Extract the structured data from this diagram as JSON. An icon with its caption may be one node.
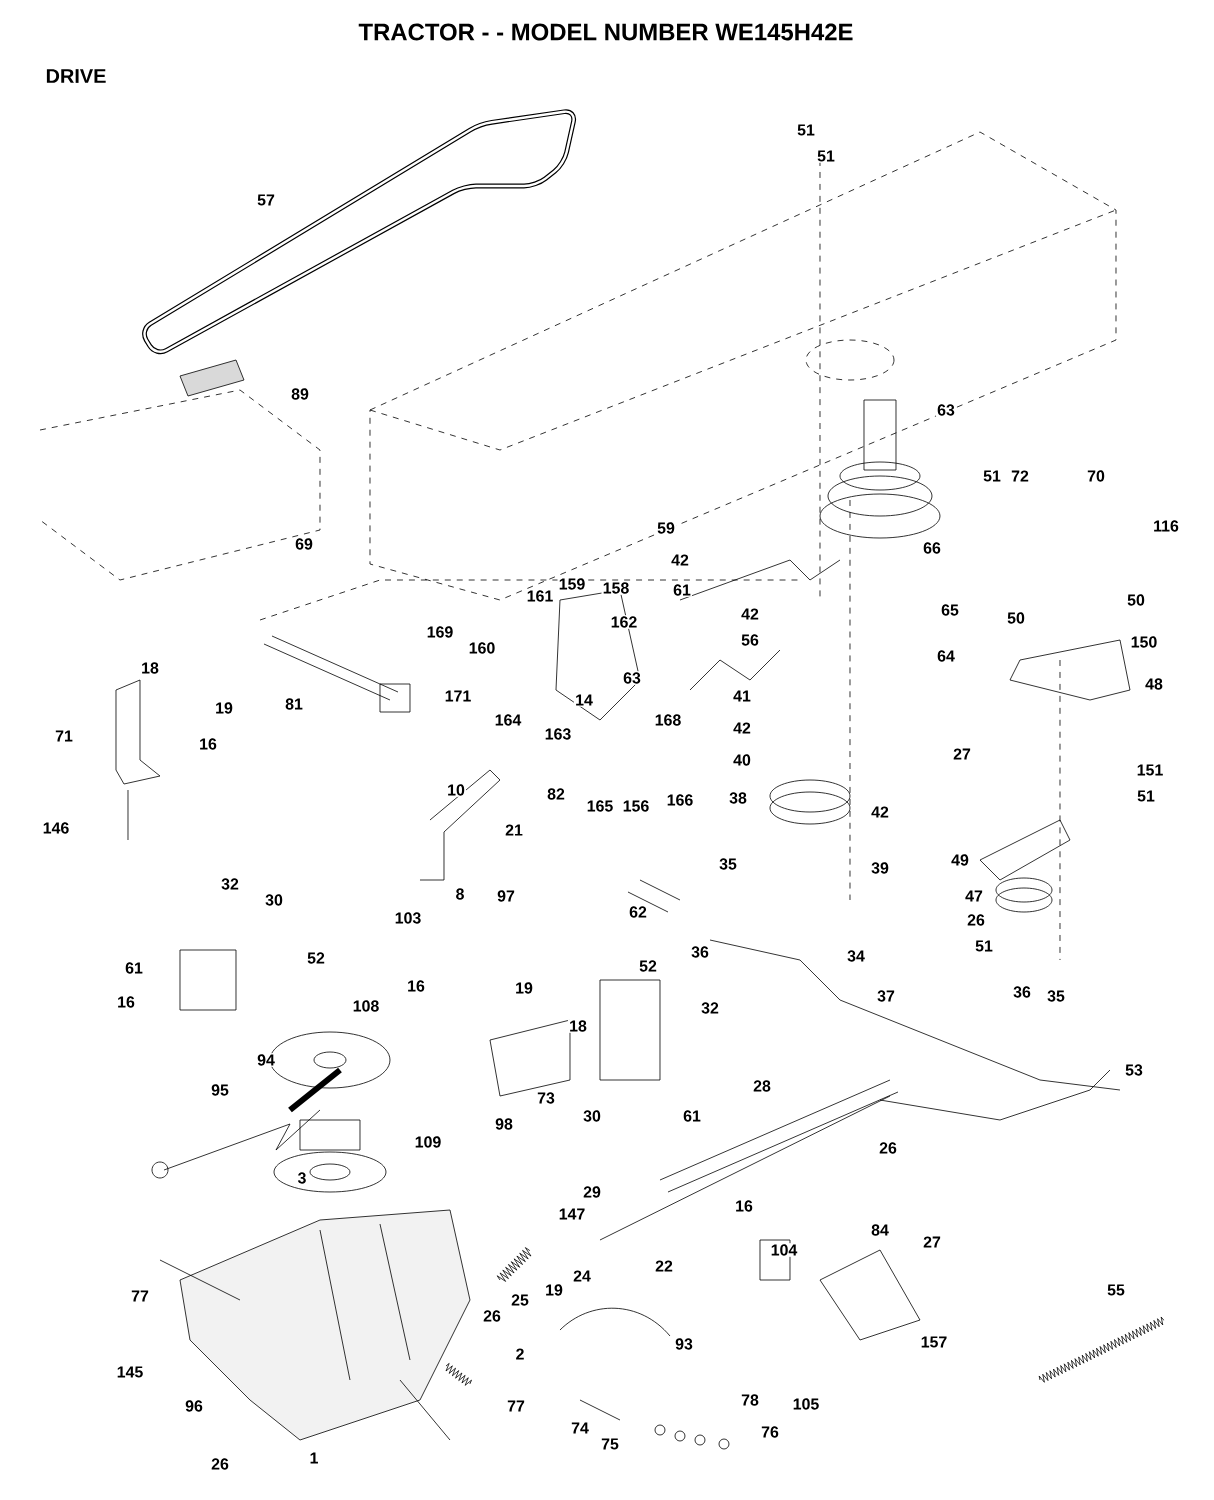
{
  "diagram": {
    "title": "TRACTOR - - MODEL NUMBER WE145H42E",
    "labels": [
      "DRIVE",
      "57",
      "51",
      "51",
      "89",
      "63",
      "51",
      "72",
      "70",
      "59",
      "116",
      "69",
      "42",
      "61",
      "66",
      "161",
      "159",
      "158",
      "169",
      "162",
      "42",
      "56",
      "65",
      "50",
      "50",
      "160",
      "150",
      "171",
      "64",
      "18",
      "81",
      "14",
      "164",
      "63",
      "41",
      "48",
      "19",
      "42",
      "71",
      "16",
      "163",
      "168",
      "40",
      "27",
      "82",
      "165",
      "156",
      "166",
      "151",
      "38",
      "51",
      "42",
      "146",
      "10",
      "21",
      "8",
      "97",
      "49",
      "39",
      "47",
      "62",
      "35",
      "26",
      "36",
      "51",
      "34",
      "32",
      "30",
      "103",
      "52",
      "61",
      "16",
      "108",
      "16",
      "19",
      "52",
      "37",
      "36",
      "35",
      "32",
      "18",
      "94",
      "95",
      "73",
      "30",
      "61",
      "28",
      "53",
      "98",
      "109",
      "26",
      "3",
      "29",
      "27",
      "147",
      "16",
      "84",
      "104",
      "55",
      "77",
      "26",
      "25",
      "19",
      "24",
      "22",
      "157",
      "145",
      "2",
      "93",
      "96",
      "77",
      "78",
      "105",
      "74",
      "75",
      "76",
      "1",
      "26"
    ]
  }
}
